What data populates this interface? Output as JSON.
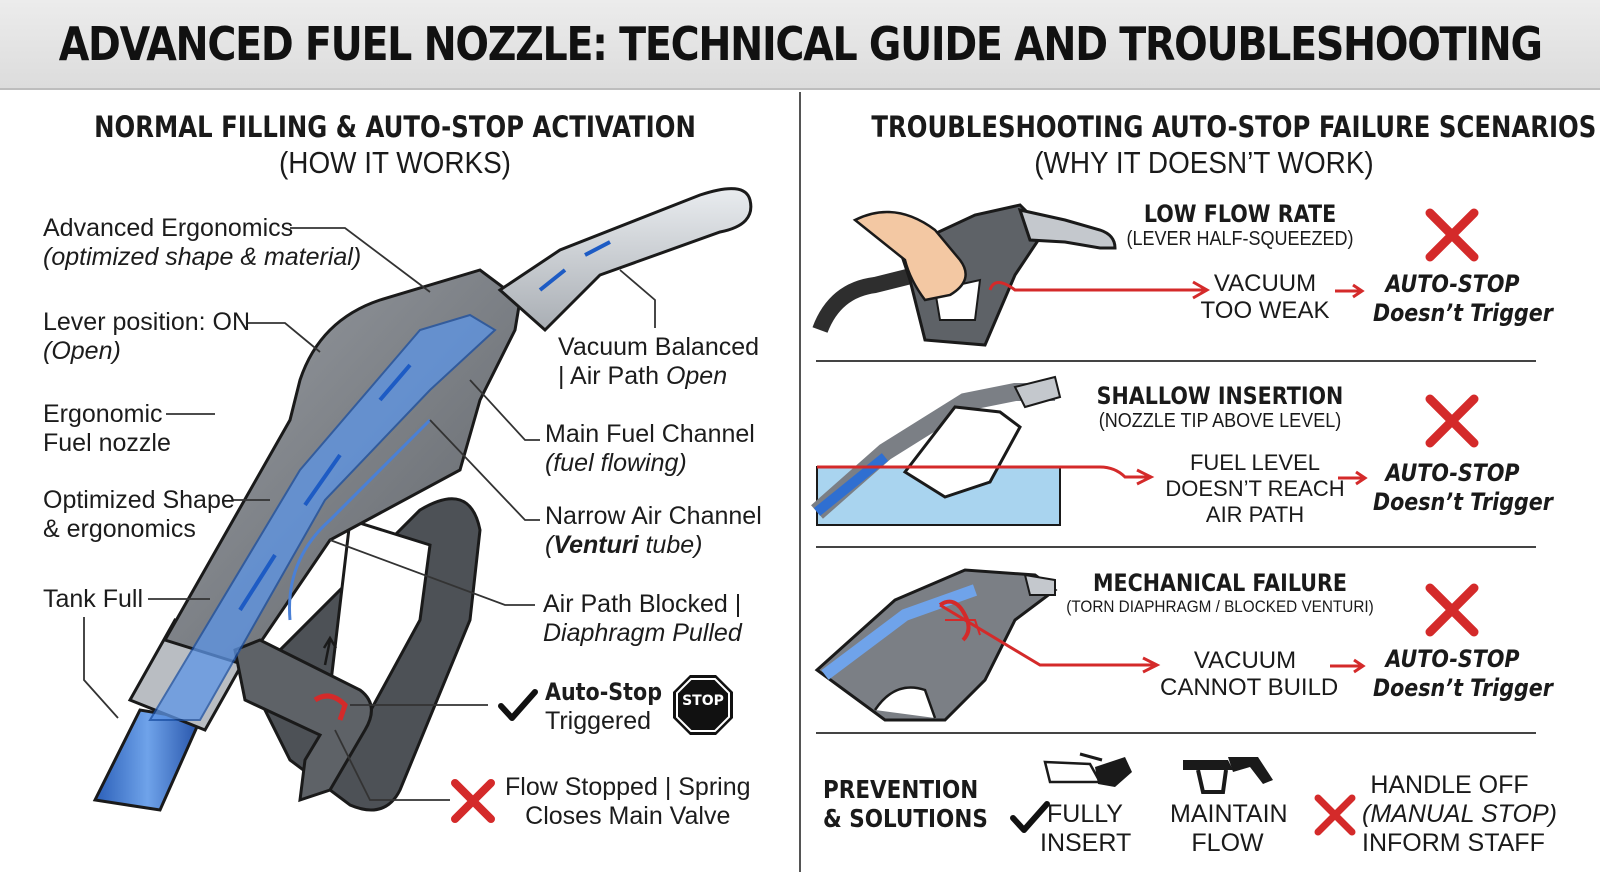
{
  "header": {
    "title": "ADVANCED FUEL NOZZLE: TECHNICAL GUIDE AND TROUBLESHOOTING"
  },
  "left": {
    "title": "NORMAL FILLING & AUTO-STOP ACTIVATION",
    "subtitle": "(HOW IT WORKS)",
    "labels": {
      "ergonomics_1": "Advanced Ergonomics",
      "ergonomics_2": "(optimized shape & material)",
      "lever_1": "Lever position: ON",
      "lever_2": "(Open)",
      "nozzle_1": "Ergonomic",
      "nozzle_2": "Fuel nozzle",
      "shape_1": "Optimized Shape",
      "shape_2": "& ergonomics",
      "tank": "Tank Full",
      "vacuum_1": "Vacuum Balanced",
      "vacuum_2a": "| Air Path ",
      "vacuum_2b": "Open",
      "main_1": "Main Fuel Channel",
      "main_2": "(fuel flowing)",
      "narrow_1": "Narrow Air Channel",
      "narrow_2a": "(",
      "narrow_2b": "Venturi",
      "narrow_2c": " tube)",
      "blocked_1": "Air Path Blocked |",
      "blocked_2": "Diaphragm Pulled",
      "autostop_1": "Auto-Stop",
      "autostop_2": "Triggered",
      "stop_sign": "STOP",
      "flow_1": "Flow Stopped | Spring",
      "flow_2": "Closes Main Valve"
    }
  },
  "right": {
    "title": "TROUBLESHOOTING AUTO-STOP FAILURE SCENARIOS",
    "subtitle": "(WHY IT DOESN’T WORK)",
    "scenarios": [
      {
        "title": "LOW FLOW RATE",
        "subtitle": "(LEVER HALF-SQUEEZED)",
        "cause_1": "VACUUM",
        "cause_2": "TOO WEAK",
        "cause_3": "",
        "result_1": "AUTO-STOP",
        "result_2": "Doesn’t Trigger"
      },
      {
        "title": "SHALLOW INSERTION",
        "subtitle": "(NOZZLE TIP ABOVE LEVEL)",
        "cause_1": "FUEL LEVEL",
        "cause_2": "DOESN’T REACH",
        "cause_3": "AIR PATH",
        "result_1": "AUTO-STOP",
        "result_2": "Doesn’t Trigger"
      },
      {
        "title": "MECHANICAL FAILURE",
        "subtitle": "(TORN DIAPHRAGM / BLOCKED VENTURI)",
        "cause_1": "VACUUM",
        "cause_2": "CANNOT BUILD",
        "cause_3": "",
        "result_1": "AUTO-STOP",
        "result_2": "Doesn’t Trigger"
      }
    ],
    "prevention": {
      "title_1": "PREVENTION",
      "title_2": "& SOLUTIONS",
      "fully_1": "FULLY",
      "fully_2": "INSERT",
      "maintain_1": "MAINTAIN",
      "maintain_2": "FLOW",
      "handle_1": "HANDLE OFF",
      "handle_2": "(MANUAL STOP)",
      "handle_3": "INFORM STAFF"
    }
  },
  "colors": {
    "fail_red": "#d42a2a",
    "fuel_blue": "#2f6fd1",
    "nozzle_gray": "#7b7f85",
    "ink": "#1a1a1a"
  }
}
